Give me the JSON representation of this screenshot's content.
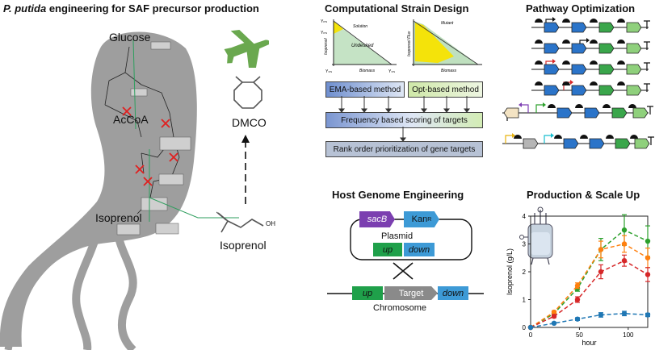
{
  "left": {
    "title_italic": "P. putida",
    "title_rest": " engineering for SAF precursor production",
    "glucose": "Glucose",
    "accoa": "AcCoA",
    "isoprenol_cell": "Isoprenol",
    "isoprenol_mol": "Isoprenol",
    "dmco": "DMCO",
    "oh": "OH"
  },
  "strain": {
    "title": "Computational Strain Design",
    "ema": "EMA-based method",
    "opt": "Opt-based method",
    "freq": "Frequency based scoring of targets",
    "rank": "Rank order prioritization of gene targets",
    "plot1_solution": "Solution",
    "plot1_undesired": "Undesired",
    "plot1_x": "Biomass",
    "plot1_y": "Isoprenol",
    "plot2_mutant": "Mutant",
    "plot2_x": "Biomass",
    "plot2_y": "Isoprenol Flux"
  },
  "pathway": {
    "title": "Pathway Optimization"
  },
  "host": {
    "title": "Host Genome Engineering",
    "sacb": "sacB",
    "kan": "Kan",
    "kan_sup": "R",
    "plasmid": "Plasmid",
    "up": "up",
    "down": "down",
    "chr_up": "up",
    "chr_target": "Target",
    "chr_down": "down",
    "chromosome": "Chromosome"
  },
  "production": {
    "title": "Production & Scale Up"
  },
  "chart_data": {
    "type": "line",
    "xlabel": "hour",
    "ylabel": "Isoprenol (g/L)",
    "xlim": [
      0,
      120
    ],
    "ylim": [
      0,
      4
    ],
    "xticks": [
      0,
      50,
      100
    ],
    "yticks": [
      0,
      1,
      2,
      3,
      4
    ],
    "series": [
      {
        "color": "#2ca02c",
        "x": [
          0,
          24,
          48,
          72,
          96,
          120
        ],
        "y": [
          0,
          0.5,
          1.4,
          2.8,
          3.5,
          3.1
        ],
        "err": [
          0,
          0.05,
          0.1,
          0.4,
          0.55,
          0.55
        ]
      },
      {
        "color": "#ff7f0e",
        "x": [
          0,
          24,
          48,
          72,
          96,
          120
        ],
        "y": [
          0,
          0.55,
          1.5,
          2.8,
          3.0,
          2.5
        ],
        "err": [
          0,
          0.05,
          0.1,
          0.3,
          0.3,
          0.35
        ]
      },
      {
        "color": "#d62728",
        "x": [
          0,
          24,
          48,
          72,
          96,
          120
        ],
        "y": [
          0,
          0.4,
          1.0,
          2.0,
          2.4,
          1.9
        ],
        "err": [
          0,
          0.05,
          0.1,
          0.25,
          0.2,
          0.25
        ]
      },
      {
        "color": "#1f77b4",
        "x": [
          0,
          24,
          48,
          72,
          96,
          120
        ],
        "y": [
          0,
          0.15,
          0.3,
          0.45,
          0.5,
          0.45
        ],
        "err": [
          0,
          0.03,
          0.05,
          0.08,
          0.08,
          0.06
        ]
      }
    ]
  }
}
